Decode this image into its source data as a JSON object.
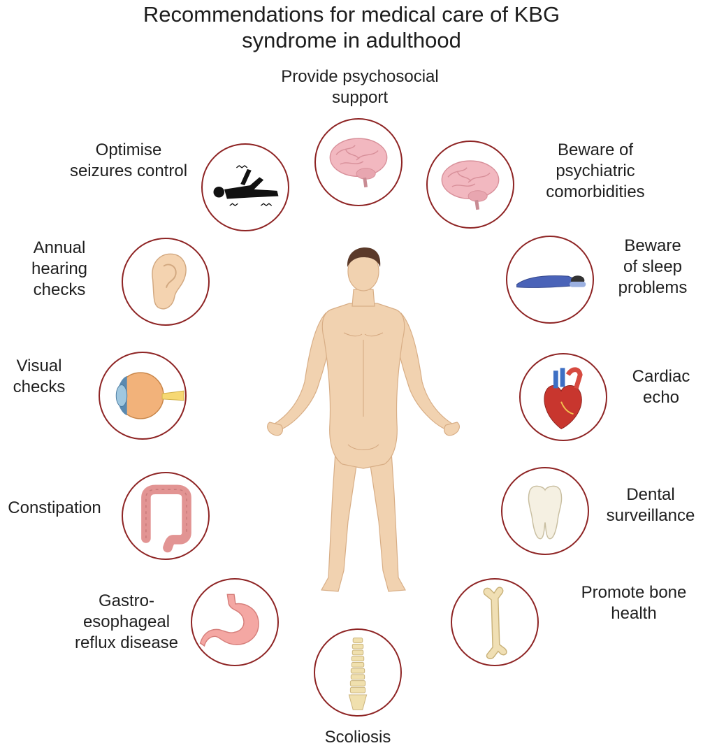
{
  "title": {
    "line1": "Recommendations for medical care of KBG",
    "line2": "syndrome in adulthood"
  },
  "recommendations": {
    "psychosocial": {
      "line1": "Provide psychosocial",
      "line2": "support",
      "icon": "brain-icon"
    },
    "psychiatric": {
      "line1": "Beware of",
      "line2": "psychiatric",
      "line3": "comorbidities",
      "icon": "brain-icon"
    },
    "sleep": {
      "line1": "Beware",
      "line2": "of sleep",
      "line3": "problems",
      "icon": "sleeping-person-icon"
    },
    "cardiac": {
      "line1": "Cardiac",
      "line2": "echo",
      "icon": "heart-icon"
    },
    "dental": {
      "line1": "Dental",
      "line2": "surveillance",
      "icon": "tooth-icon"
    },
    "bone": {
      "line1": "Promote bone",
      "line2": "health",
      "icon": "bone-icon"
    },
    "scoliosis": {
      "line1": "Scoliosis",
      "icon": "spine-icon"
    },
    "reflux": {
      "line1": "Gastro-",
      "line2": "esophageal",
      "line3": "reflux disease",
      "icon": "stomach-icon"
    },
    "constipation": {
      "line1": "Constipation",
      "icon": "colon-icon"
    },
    "visual": {
      "line1": "Visual",
      "line2": "checks",
      "icon": "eye-icon"
    },
    "hearing": {
      "line1": "Annual",
      "line2": "hearing",
      "line3": "checks",
      "icon": "ear-icon"
    },
    "seizures": {
      "line1": "Optimise",
      "line2": "seizures control",
      "icon": "seizure-icon"
    }
  },
  "colors": {
    "circle_border": "#8e2424",
    "skin": "#f1d2b0",
    "brain": "#f2b8c0",
    "blanket": "#4a63b8",
    "heart_red": "#c8362e",
    "vessel_blue": "#3d6fc4",
    "bone": "#f0dfb4",
    "stomach": "#f4a7a3",
    "colon": "#e29493",
    "eye": "#f2b27a"
  }
}
